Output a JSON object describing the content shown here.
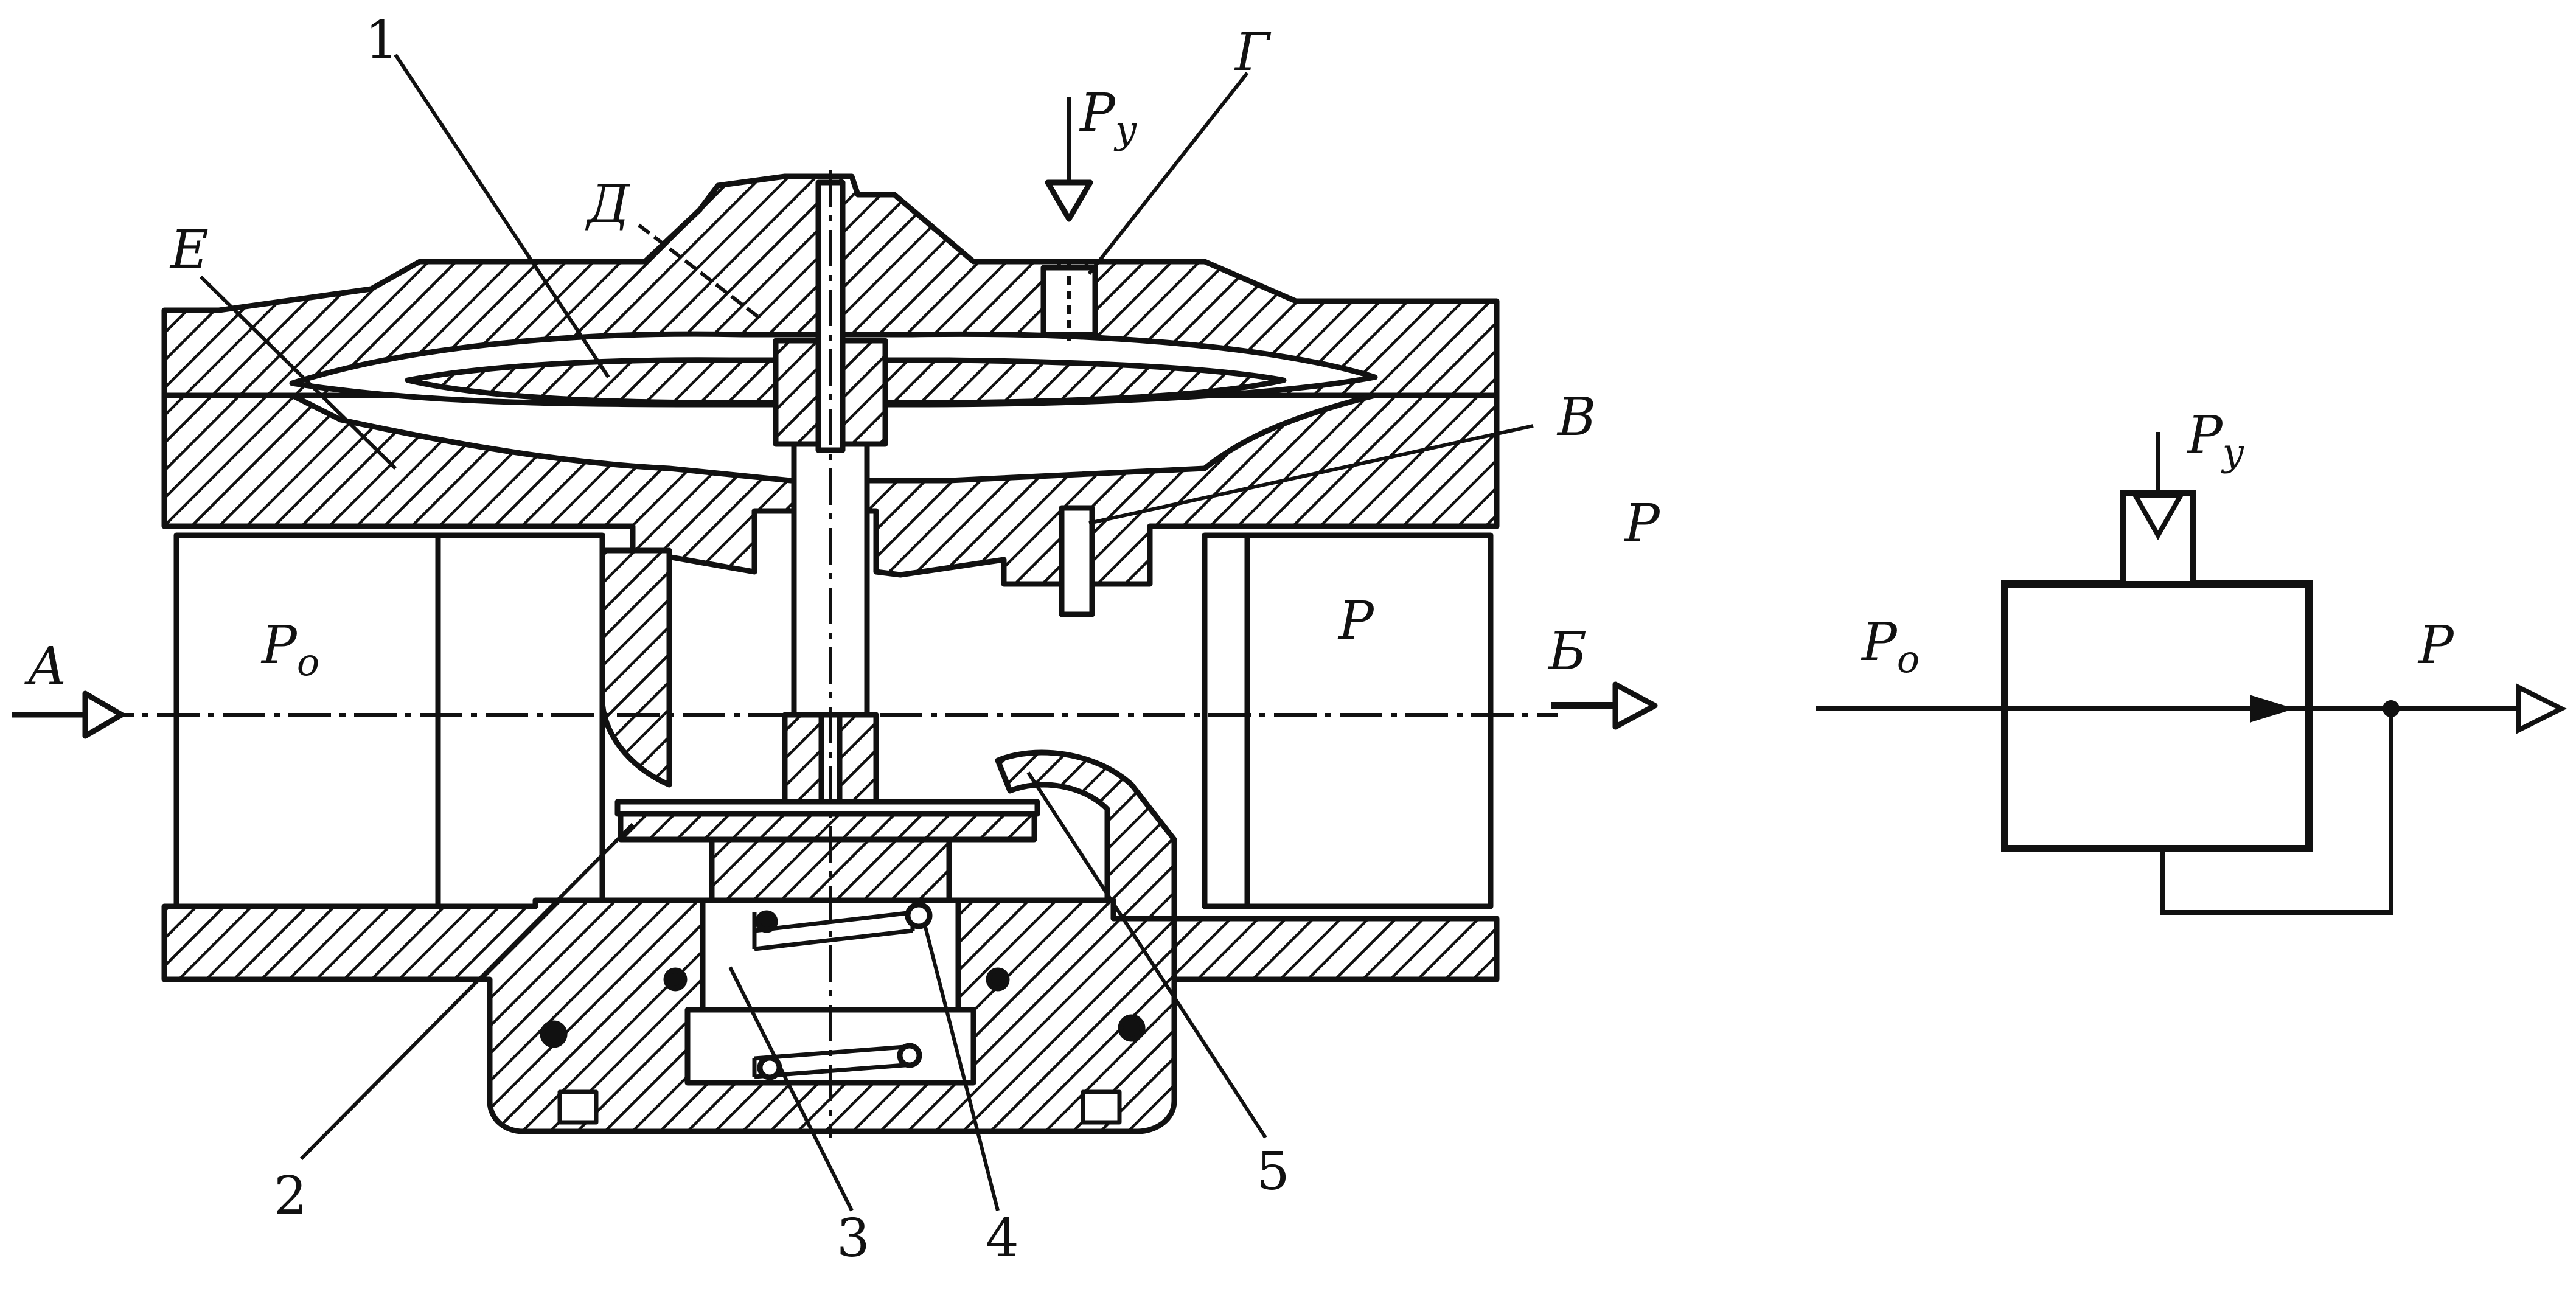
{
  "colors": {
    "ink": "#111111",
    "background": "#ffffff"
  },
  "labels": {
    "part_1": "1",
    "part_2": "2",
    "part_3": "3",
    "part_4": "4",
    "part_5": "5",
    "cavity_D": "Д",
    "cavity_E": "Е",
    "port_G": "Г",
    "channel_V": "В",
    "inlet_A": "А",
    "outlet_B": "Б",
    "inlet_pressure": "P",
    "inlet_pressure_sub": "о",
    "control_pressure": "P",
    "control_pressure_sub": "у",
    "outlet_pressure": "P",
    "outlet_pressure_label": "P"
  },
  "symbol": {
    "inlet_pressure": "P",
    "inlet_pressure_sub": "о",
    "control_pressure": "P",
    "control_pressure_sub": "у",
    "outlet_pressure": "P"
  }
}
